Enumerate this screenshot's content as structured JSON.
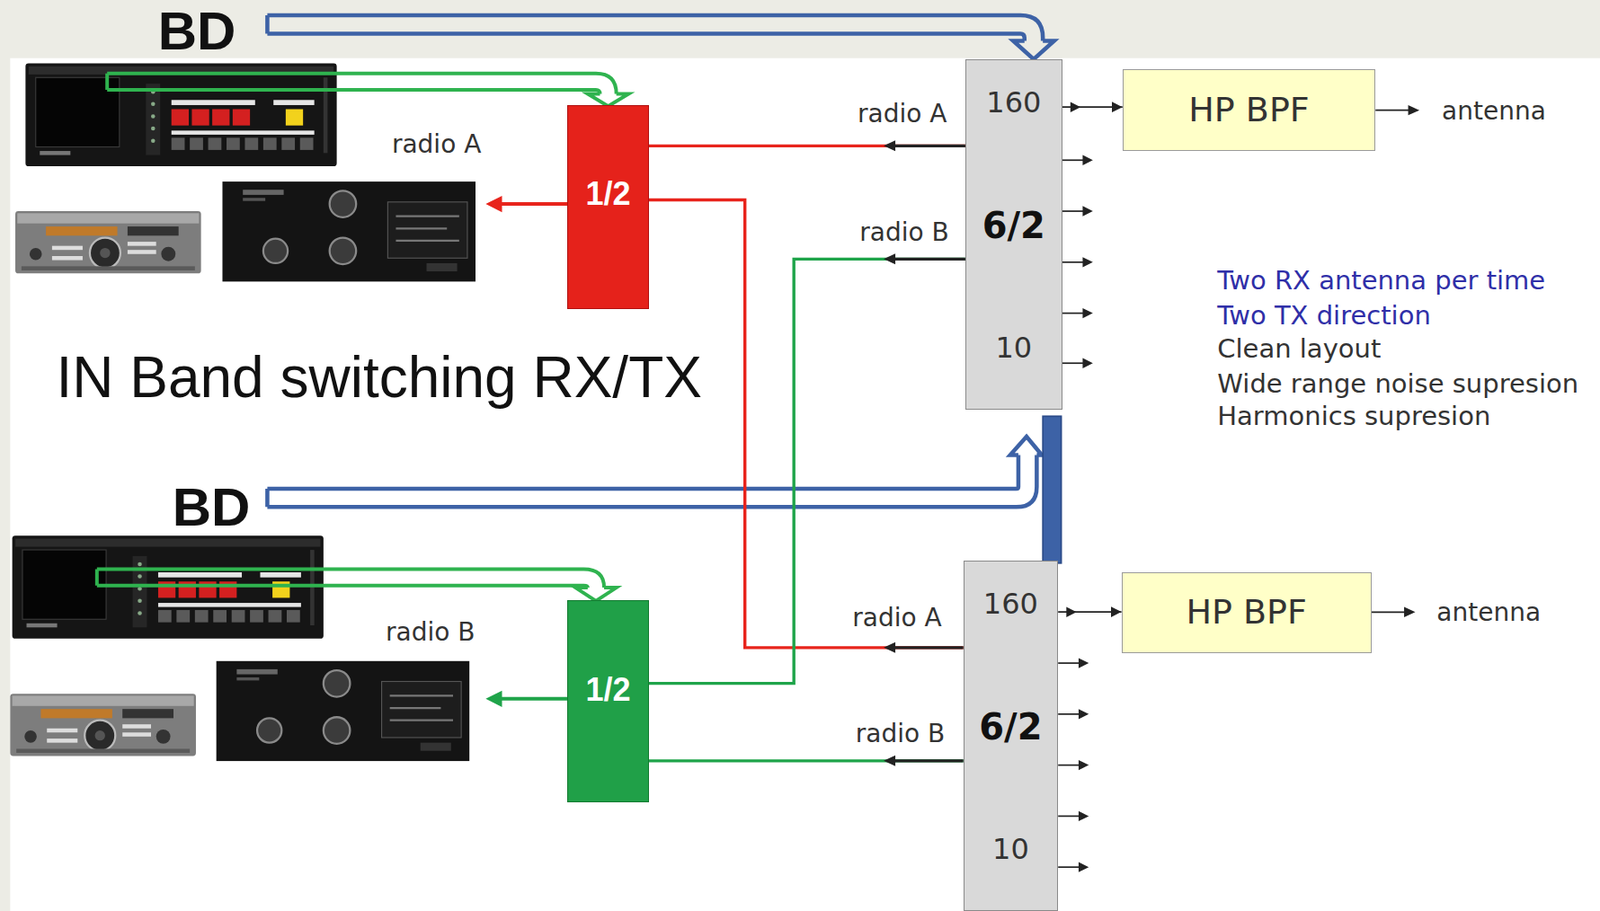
{
  "diagram": {
    "nodes": [
      {
        "text": [
          "160",
          "6/2",
          "10"
        ]
      },
      {
        "text": [
          "HP BPF"
        ]
      },
      {
        "text": [
          "1/2"
        ]
      },
      {
        "text": [
          "160",
          "6/2",
          "10"
        ]
      },
      {
        "text": [
          "HP BPF"
        ]
      },
      {
        "text": [
          "1/2"
        ]
      }
    ],
    "edges": [
      {
        "from": 2,
        "to": 0,
        "arrow": "none"
      },
      {
        "from": 2,
        "to": 3,
        "arrow": "none"
      },
      {
        "from": 5,
        "to": 0,
        "arrow": "none"
      },
      {
        "from": 5,
        "to": 3,
        "arrow": "none"
      },
      {
        "from": 0,
        "to": 1,
        "arrow": "to"
      },
      {
        "from": 3,
        "to": 4,
        "arrow": "to"
      }
    ],
    "labels": [
      "BD",
      "radio A",
      "radio A",
      "radio B",
      "antenna",
      "Two RX antenna per time",
      "Two TX direction",
      "Clean layout",
      "Wide range noise supresion",
      "Harmonics supresion",
      "IN Band switching RX/TX",
      "BD",
      "radio A",
      "radio B",
      "antenna",
      "radio B"
    ]
  }
}
